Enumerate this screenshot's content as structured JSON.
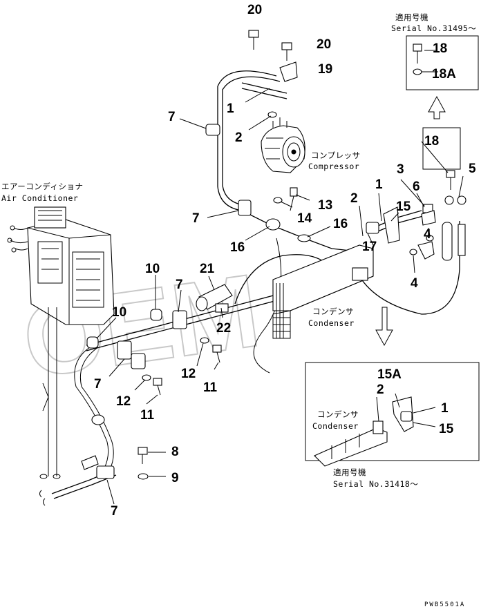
{
  "callouts": {
    "c20a": "20",
    "c20b": "20",
    "c19": "19",
    "c1a": "1",
    "c7a": "7",
    "c2a": "2",
    "c13": "13",
    "c14": "14",
    "c7b": "7",
    "c16a": "16",
    "c16b": "16",
    "c2b": "2",
    "c1b": "1",
    "c3": "3",
    "c6": "6",
    "c5": "5",
    "c15": "15",
    "c17": "17",
    "c4a": "4",
    "c4b": "4",
    "c18a": "18",
    "c18b": "18",
    "c18A": "18A",
    "c10a": "10",
    "c7c": "7",
    "c21": "21",
    "c22": "22",
    "c10b": "10",
    "c12a": "12",
    "c11a": "11",
    "c7d": "7",
    "c12b": "12",
    "c11b": "11",
    "c8": "8",
    "c9": "9",
    "c7e": "7",
    "c15A": "15A",
    "c2c": "2",
    "c1c": "1",
    "c15b": "15"
  },
  "labels": {
    "compressor_jp": "コンプレッサ",
    "compressor_en": "Compressor",
    "aircon_jp": "エアーコンディショナ",
    "aircon_en": "Air Conditioner",
    "condenser_jp": "コンデンサ",
    "condenser_en": "Condenser",
    "condenser2_jp": "コンデンサ",
    "condenser2_en": "Condenser"
  },
  "serials": {
    "top_jp": "適用号機",
    "top_en": "Serial No.31495～",
    "bottom_jp": "適用号機",
    "bottom_en": "Serial No.31418～"
  },
  "drawing_code": "PWB5501A",
  "watermark": "OEM"
}
